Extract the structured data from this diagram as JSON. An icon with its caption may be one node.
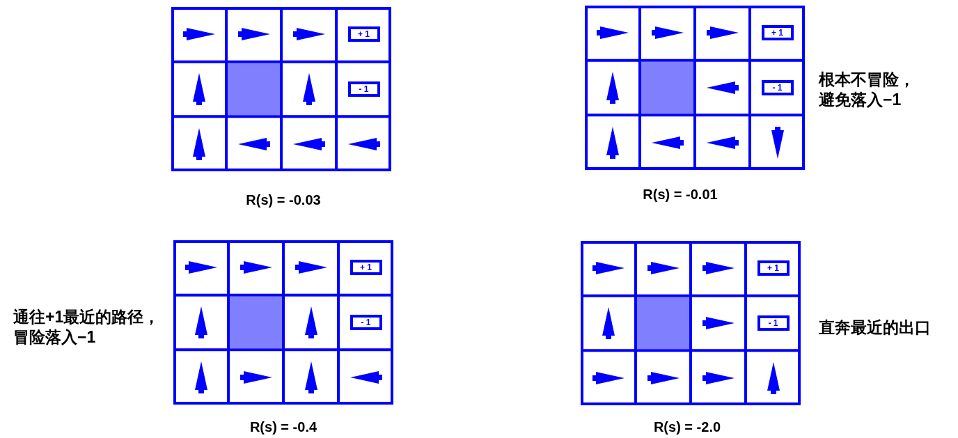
{
  "diagram": {
    "nodes": [
      {
        "text": [],
        "shape": "box",
        "beside": [
          "R(s) = -0.03"
        ]
      },
      {
        "text": [
          "+ 1"
        ],
        "in": 0
      },
      {
        "text": [
          "- 1"
        ],
        "in": 0
      },
      {
        "text": [],
        "shape": "box",
        "beside": [
          "R(s) = -0.01",
          "根本不冒险，避免落入−1"
        ]
      },
      {
        "text": [
          "+ 1"
        ],
        "in": 3
      },
      {
        "text": [
          "- 1"
        ],
        "in": 3
      },
      {
        "text": [],
        "shape": "box",
        "beside": [
          "通往+1最近的路径，冒险落入−1",
          "R(s) = -0.4"
        ]
      },
      {
        "text": [
          "+ 1"
        ],
        "in": 6
      },
      {
        "text": [
          "- 1"
        ],
        "in": 6
      },
      {
        "text": [],
        "shape": "box",
        "beside": [
          "直奔最近的出口",
          "R(s) = -2.0"
        ]
      },
      {
        "text": [
          "+ 1"
        ],
        "in": 9
      },
      {
        "text": [
          "- 1"
        ],
        "in": 9
      }
    ]
  }
}
